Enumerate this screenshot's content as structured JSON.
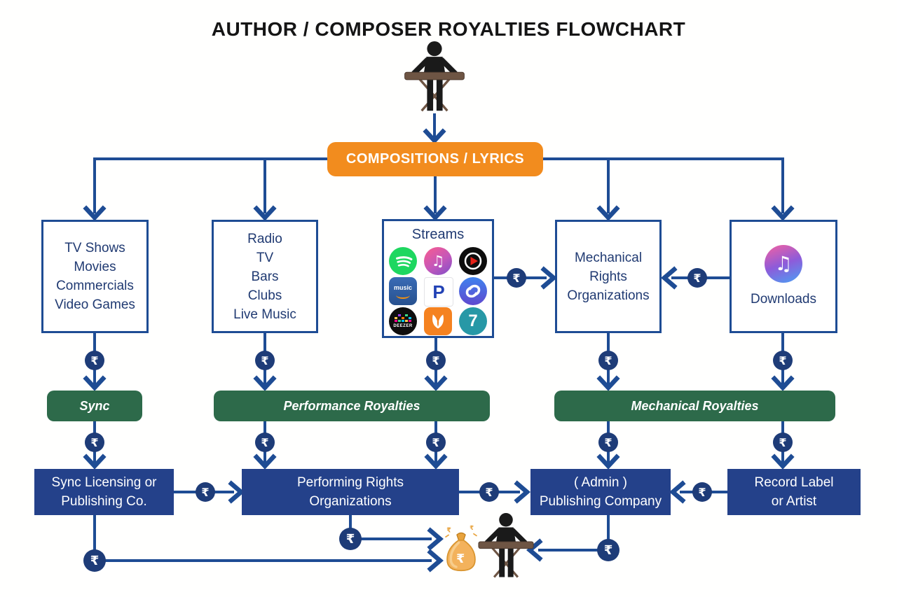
{
  "title": "AUTHOR / COMPOSER ROYALTIES FLOWCHART",
  "currency": {
    "symbol": "₹",
    "name": "indian-rupee"
  },
  "colors": {
    "line_blue": "#1e4c94",
    "badge_navy": "#1e3c78",
    "box_fill_navy": "#24418a",
    "green": "#2d6a4a",
    "orange": "#f28c1e",
    "text_navy": "#203a72"
  },
  "nodes": {
    "compositions": {
      "label": "COMPOSITIONS / LYRICS"
    },
    "licensing_uses": {
      "lines": [
        "TV Shows",
        "Movies",
        "Commercials",
        "Video Games"
      ]
    },
    "performance_venues": {
      "lines": [
        "Radio",
        "TV",
        "Bars",
        "Clubs",
        "Live Music"
      ]
    },
    "streams": {
      "title": "Streams",
      "services": [
        {
          "name": "spotify"
        },
        {
          "name": "apple-music"
        },
        {
          "name": "youtube-music"
        },
        {
          "name": "amazon-music",
          "label": "music"
        },
        {
          "name": "pandora",
          "label": "P"
        },
        {
          "name": "shazam"
        },
        {
          "name": "deezer",
          "label": "DEEZER"
        },
        {
          "name": "jiosaavn"
        },
        {
          "name": "seven-digital",
          "label": "7"
        }
      ]
    },
    "mechanical_rights_orgs": {
      "lines": [
        "Mechanical",
        "Rights",
        "Organizations"
      ]
    },
    "downloads": {
      "label": "Downloads"
    },
    "sync": {
      "label": "Sync"
    },
    "performance_royalties": {
      "label": "Performance Royalties"
    },
    "mechanical_royalties": {
      "label": "Mechanical Royalties"
    },
    "sync_licensing": {
      "lines": [
        "Sync Licensing or",
        "Publishing Co."
      ]
    },
    "performing_rights_orgs": {
      "lines": [
        "Performing Rights",
        "Organizations"
      ]
    },
    "admin_publishing": {
      "lines": [
        "( Admin )",
        "Publishing Company"
      ]
    },
    "record_label": {
      "lines": [
        "Record Label",
        "or Artist"
      ]
    }
  }
}
